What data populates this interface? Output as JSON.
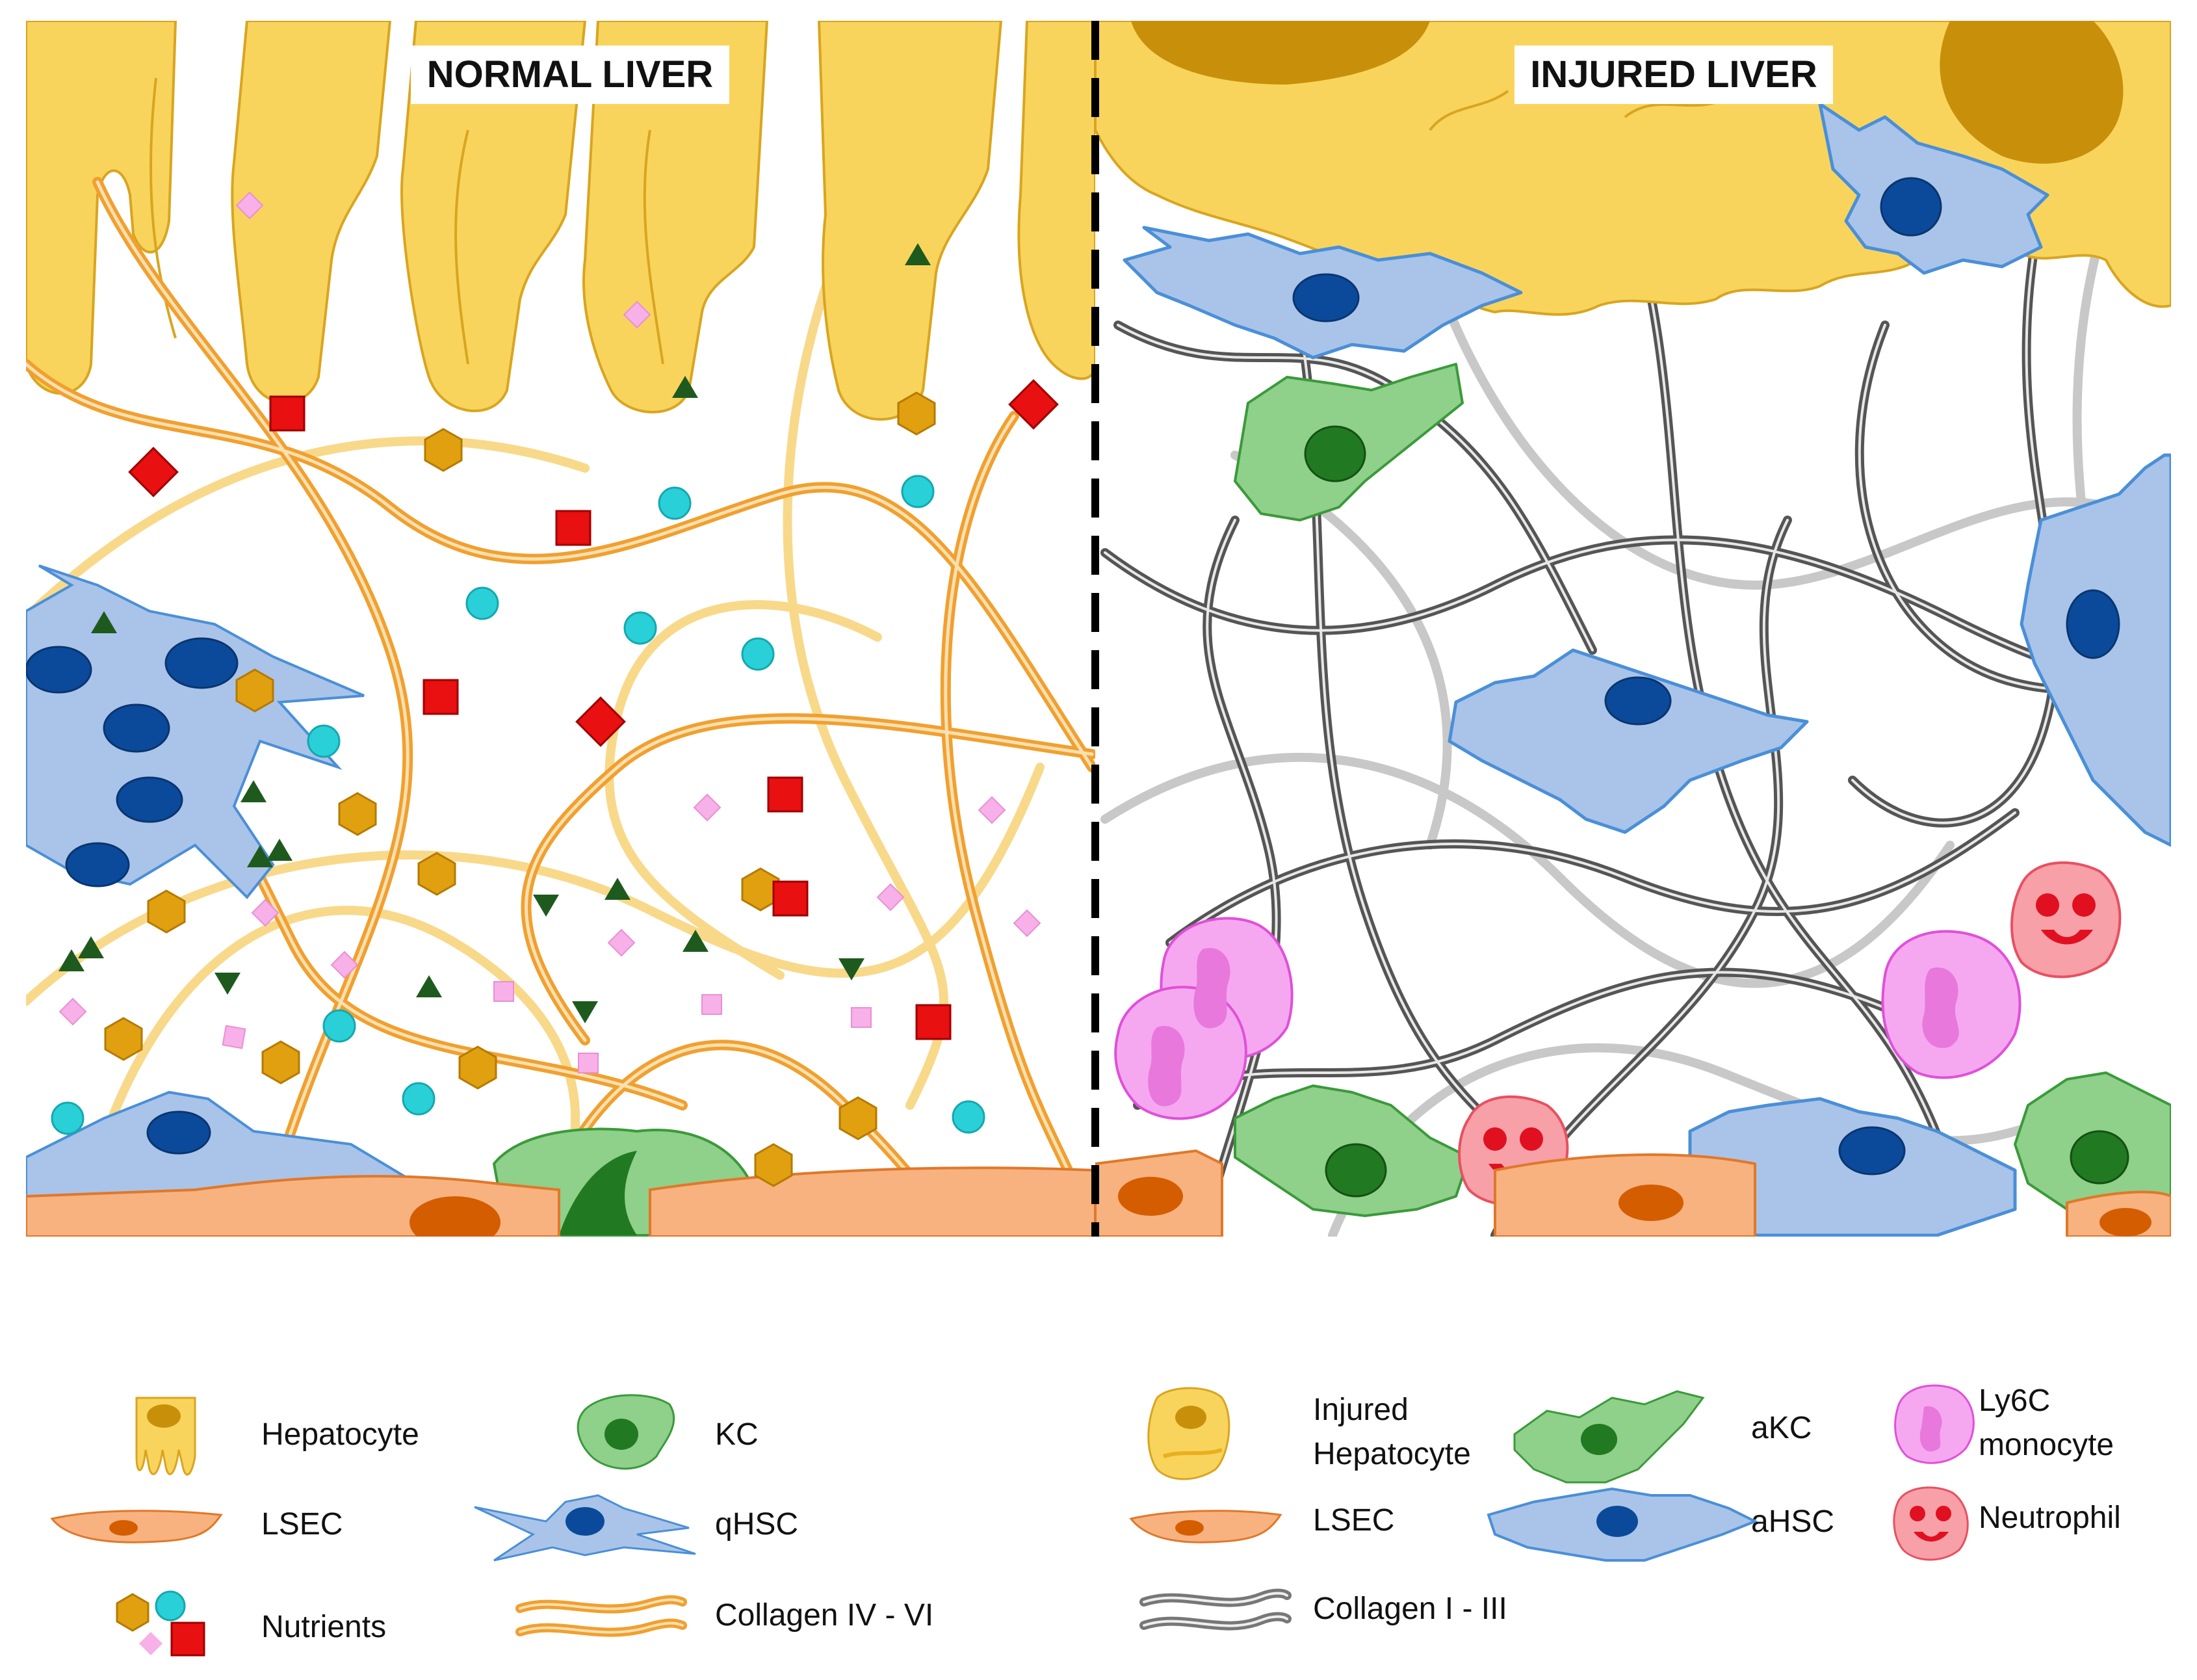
{
  "panels": {
    "left_title": "NORMAL LIVER",
    "right_title": "INJURED LIVER"
  },
  "legend": {
    "normal": {
      "hepatocyte": "Hepatocyte",
      "lsec": "LSEC",
      "nutrients": "Nutrients",
      "kc": "KC",
      "qhsc": "qHSC",
      "collagen": "Collagen IV - VI"
    },
    "injured": {
      "injured_hepatocyte_line1": "Injured",
      "injured_hepatocyte_line2": "Hepatocyte",
      "lsec": "LSEC",
      "collagen": "Collagen I - III",
      "akc": "aKC",
      "ahsc": "aHSC",
      "monocyte_line1": "Ly6C",
      "monocyte_line2": "monocyte",
      "neutrophil": "Neutrophil"
    }
  },
  "colors": {
    "hepatocyte": "#f9d45c",
    "hepatocyte_edge": "#d9a520",
    "injured_nucleus": "#c8900a",
    "lsec": "#f7b27f",
    "lsec_edge": "#e0782a",
    "lsec_nucleus": "#d45d00",
    "collagen_normal": "#f0a030",
    "collagen_normal_light": "#f8d98a",
    "collagen_injured": "#555555",
    "collagen_injured_light": "#c8c8c8",
    "hsc": "#a9c4e8",
    "hsc_edge": "#4a8fd8",
    "hsc_nucleus": "#0b4a9a",
    "kc": "#8fd08a",
    "kc_edge": "#3a9a3a",
    "kc_nucleus": "#217a21",
    "monocyte": "#f5a8f0",
    "monocyte_edge": "#e050d8",
    "neutrophil": "#f7a0a8",
    "neutrophil_nucleus": "#e01020",
    "nutrient_hex": "#e0a010",
    "nutrient_circle": "#2ad0d8",
    "nutrient_square": "#e81010",
    "nutrient_diamond": "#f7b0e8",
    "nutrient_triangle": "#1e5a1e"
  }
}
